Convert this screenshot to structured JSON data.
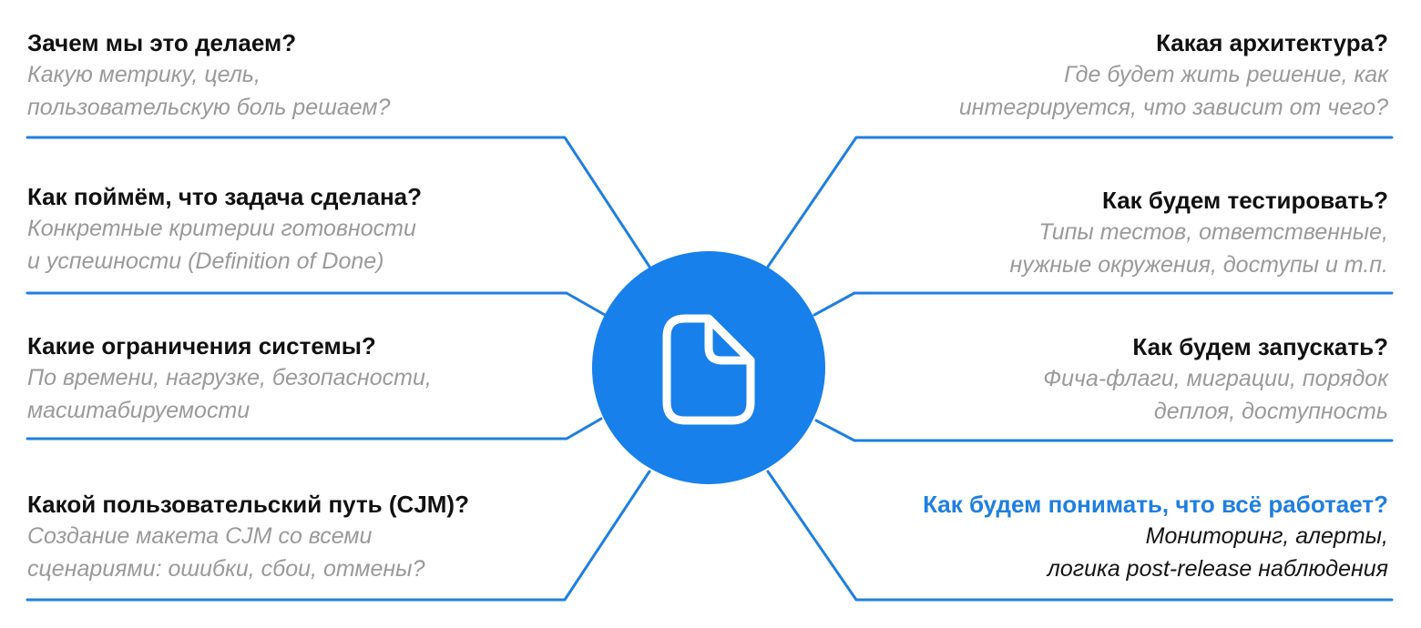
{
  "colors": {
    "hub": "#1780ea",
    "line": "#1f7fe0",
    "accent_text": "#1f7fe0",
    "muted_text": "#9a9a9a",
    "dark_text": "#111111"
  },
  "hub": {
    "icon": "document-icon"
  },
  "left": [
    {
      "question": "Зачем мы это делаем?",
      "lines": [
        "Какую метрику, цель,",
        "пользовательскую боль решаем?"
      ]
    },
    {
      "question": "Как поймём, что задача сделана?",
      "lines": [
        "Конкретные критерии готовности",
        "и успешности (Definition of Done)"
      ]
    },
    {
      "question": "Какие ограничения системы?",
      "lines": [
        "По времени, нагрузке, безопасности,",
        "масштабируемости"
      ]
    },
    {
      "question": "Какой пользовательский путь (CJM)?",
      "lines": [
        "Создание макета CJM со всеми",
        "сценариями: ошибки, сбои, отмены?"
      ]
    }
  ],
  "right": [
    {
      "question": "Какая архитектура?",
      "lines": [
        "Где будет жить решение, как",
        "интегрируется, что зависит от чего?"
      ]
    },
    {
      "question": "Как будем тестировать?",
      "lines": [
        "Типы тестов, ответственные,",
        "нужные окружения, доступы и т.п."
      ]
    },
    {
      "question": "Как будем запускать?",
      "lines": [
        "Фича-флаги, миграции, порядок",
        "деплоя, доступность"
      ]
    },
    {
      "question": "Как будем понимать, что всё работает?",
      "lines": [
        "Мониторинг, алерты,",
        "логика post-release наблюдения"
      ]
    }
  ]
}
